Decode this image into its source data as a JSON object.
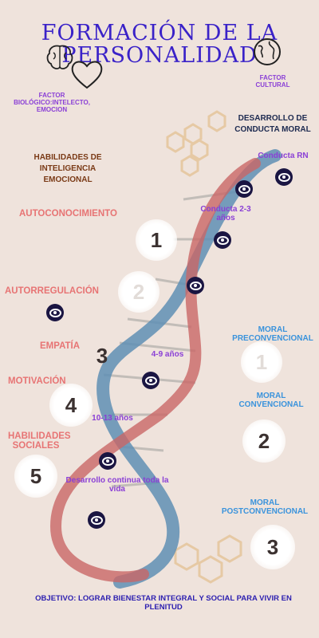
{
  "title": {
    "line1": "FORMACIÓN DE LA",
    "line2": "PERSONALIDAD"
  },
  "factors": {
    "biologico": "FACTOR BIOLÓGICO:INTELECTO, EMOCION",
    "cultural": "FACTOR CULTURAL"
  },
  "headers": {
    "habilidades": "HABILIDADES DE INTELIGENCIA EMOCIONAL",
    "moral": "DESARROLLO DE CONDUCTA MORAL"
  },
  "habilidades": [
    {
      "label": "AUTOCONOCIMIENTO",
      "number": "1"
    },
    {
      "label": "AUTORREGULACIÓN",
      "number": "2"
    },
    {
      "label": "EMPATÍA",
      "number": "3"
    },
    {
      "label": "MOTIVACIÓN",
      "number": "4"
    },
    {
      "label": "HABILIDADES SOCIALES",
      "number": "5"
    }
  ],
  "moral": [
    {
      "label": "MORAL PRECONVENCIONAL",
      "number": "1"
    },
    {
      "label": "MORAL CONVENCIONAL",
      "number": "2"
    },
    {
      "label": "MORAL POSTCONVENCIONAL",
      "number": "3"
    }
  ],
  "stages": {
    "rn": "Conducta RN",
    "c23": "Conducta 2-3 años",
    "c49": "4-9 años",
    "c1013": "10-13 años",
    "vida": "Desarrollo continua toda la vida"
  },
  "objetivo": "OBJETIVO: LOGRAR BIENESTAR INTEGRAL  Y SOCIAL PARA VIVIR EN PLENITUD",
  "icons": [
    "brain-icon",
    "heart-icon",
    "globe-icon",
    "eye-icon",
    "hexagon-decoration",
    "dna-helix"
  ],
  "colors": {
    "title": "#3a22c8",
    "pink": "#e77474",
    "blue": "#3a93dc",
    "purple": "#8a3fd6",
    "navy": "#1a1542"
  }
}
